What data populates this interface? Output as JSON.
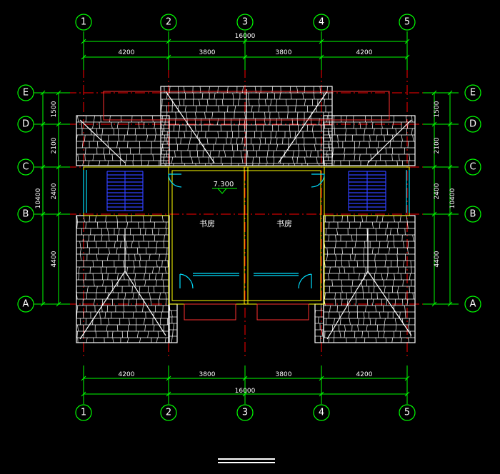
{
  "axes_vertical": [
    "1",
    "2",
    "3",
    "4",
    "5"
  ],
  "axes_horizontal": [
    "E",
    "D",
    "C",
    "B",
    "A"
  ],
  "top_dims": {
    "total": "16000",
    "spans": [
      "4200",
      "3800",
      "3800",
      "4200"
    ]
  },
  "bottom_dims": {
    "total": "16000",
    "spans": [
      "4200",
      "3800",
      "3800",
      "4200"
    ]
  },
  "left_dims": {
    "total": "10400",
    "spans": [
      "1500",
      "2100",
      "2400",
      "4400"
    ]
  },
  "right_dims": {
    "total": "10400",
    "spans": [
      "1500",
      "2100",
      "2400",
      "4400"
    ]
  },
  "rooms": {
    "left_study": "书房",
    "right_study": "书房"
  },
  "elevation_mark": "7.300",
  "colors": {
    "background": "#000000",
    "axis": "#00ff00",
    "grid": "#ff0000",
    "wall": "#ffff00",
    "roof": "#ffffff",
    "stair": "#3040ff",
    "window": "#00e0ff"
  }
}
